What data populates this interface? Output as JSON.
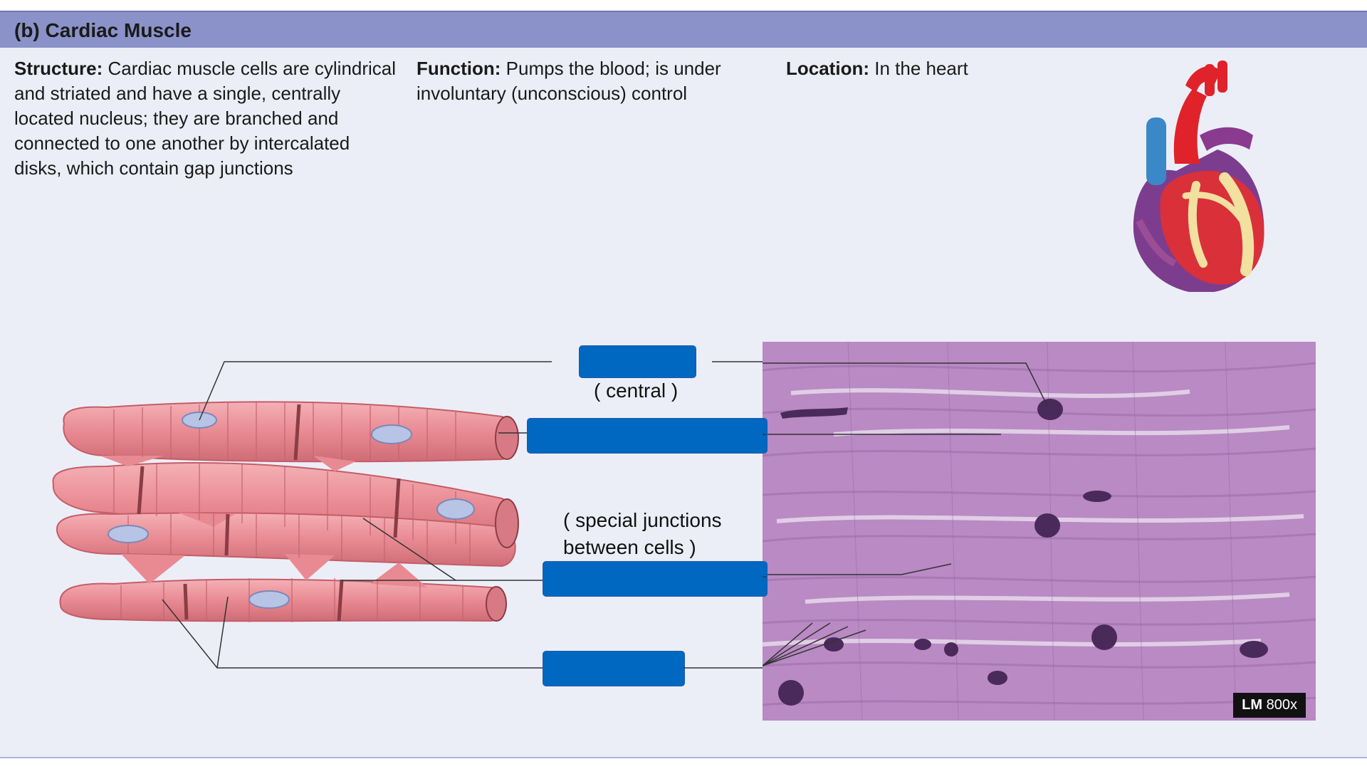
{
  "header": {
    "title": "(b) Cardiac Muscle"
  },
  "structure": {
    "label": "Structure:",
    "lines": [
      " Cardiac muscle cells are cylindrical",
      "and striated and have a single, centrally",
      "located nucleus; they are branched and",
      "connected to one another by intercalated",
      "disks, which contain gap junctions"
    ]
  },
  "function": {
    "label": "Function:",
    "lines": [
      " Pumps the blood; is under",
      "involuntary (unconscious) control"
    ]
  },
  "location": {
    "label": "Location:",
    "text": " In the heart"
  },
  "hints": {
    "central": "( central )",
    "junctions_line1": "( special junctions",
    "junctions_line2": "between cells )"
  },
  "micrograph": {
    "badge_bold": "LM",
    "badge_text": " 800x"
  },
  "colors": {
    "header": "#8a92c9",
    "label_box": "#0068c0",
    "cell_pink": "#e98a92",
    "micrograph": "#b98ac4"
  }
}
